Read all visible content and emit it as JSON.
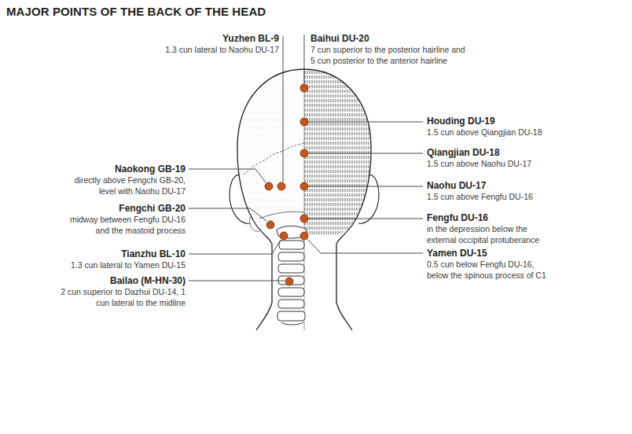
{
  "diagram": {
    "title": "MAJOR POINTS OF THE BACK OF THE HEAD",
    "labels": [
      "Yuzhen BL-9",
      "1.3 cun lateral to Naohu DU-17",
      "Baihui DU-20",
      "7 cun superior to the posterior hairline and 5 cun posterior to the anterior hairline",
      "Houding DU-19",
      "1.5 cun above Qiangjian DU-18",
      "Qiangjian DU-18",
      "1.5 cun above Naohu DU-17",
      "Naokong GB-19",
      "directly above Fengchi GB-20, level with Naohu DU-17",
      "Naohu DU-17",
      "1.5 cun above Fengfu DU-16",
      "Fengchi GB-20",
      "midway between Fengfu DU-16 and the mastoid process",
      "Fengfu DU-16",
      "in the depression below the external occipital protuberance",
      "Tianzhu BL-10",
      "1.3 cun lateral to Yamen DU-15",
      "Yamen DU-15",
      "0.5 cun below Fengfu DU-16, below the spinous process of C1",
      "Bailao (M-HN-30)",
      "2 cun superior to Dazhui DU-14, 1 cun lateral to the midline"
    ]
  }
}
